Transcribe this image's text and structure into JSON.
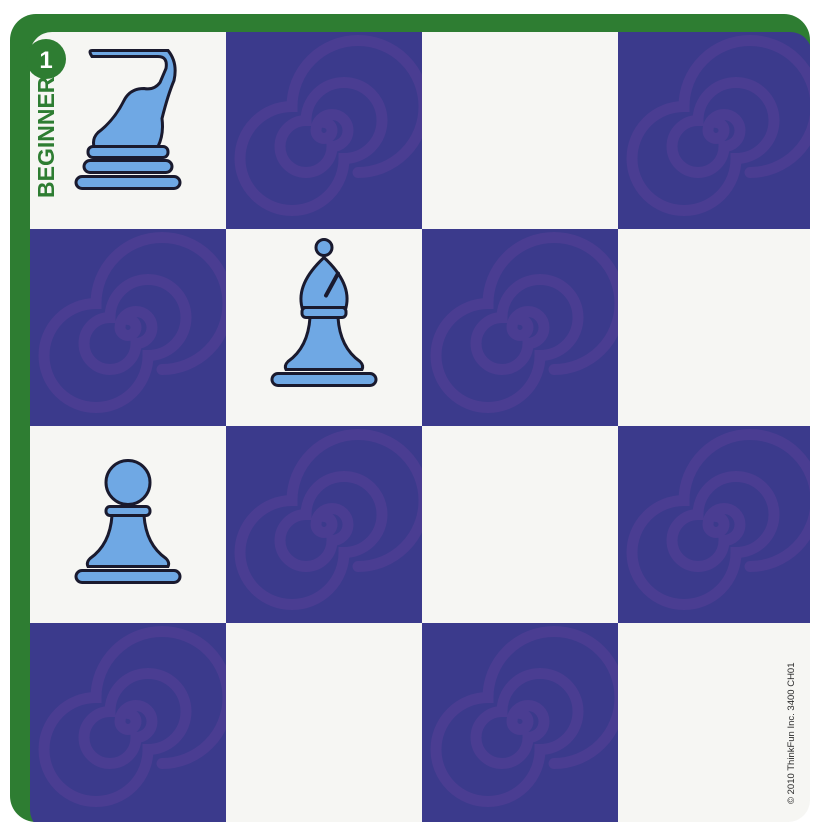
{
  "card": {
    "level_number": "1",
    "level_name": "BEGINNER",
    "copyright": "© 2010 ThinkFun Inc. 3400 CH01"
  },
  "colors": {
    "border_green": "#2e7d32",
    "dark_square": "#3b3a8c",
    "swirl": "#4a3d92",
    "light_square": "#f6f6f3",
    "piece_fill": "#6fa8e4",
    "piece_outline": "#1a1a2e"
  },
  "board": {
    "rows": 4,
    "cols": 4,
    "top_left_color": "light",
    "pieces": [
      {
        "type": "knight",
        "row": 1,
        "col": 1
      },
      {
        "type": "bishop",
        "row": 2,
        "col": 2
      },
      {
        "type": "pawn",
        "row": 3,
        "col": 1
      }
    ]
  }
}
